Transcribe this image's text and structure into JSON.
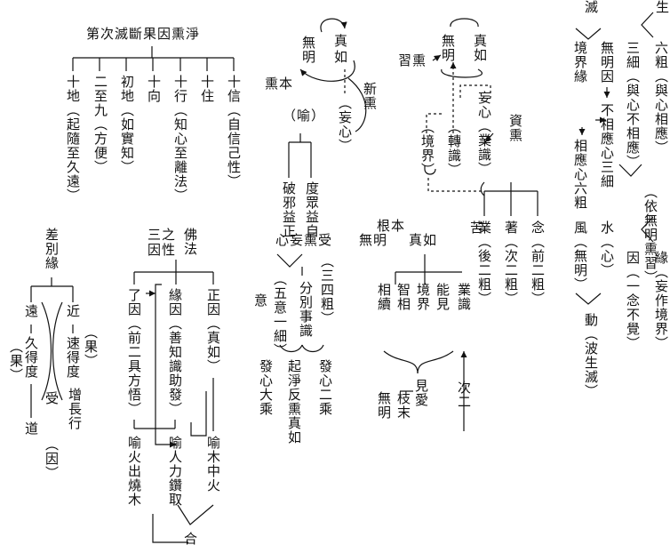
{
  "labels": {
    "s1_title": "第次滅斷果因熏淨",
    "s1_shixin": "十信（自信己性）",
    "s1_shizhu": "十住",
    "s1_shixing": "十行（知心至離法）",
    "s1_shixiang": "十向",
    "s1_chudi": "初地（如實知）",
    "s1_erzhijiu": "二至九（方便）",
    "s1_shidi": "十地（起隨至久遠）",
    "s2_zhen": "真",
    "s2_ru": "如",
    "s2_wu": "無",
    "s2_ming": "明",
    "s2_xunben": "熏本",
    "s2_xinxun": "新熏",
    "s2_wangxin": "（妄心）",
    "s2_yu": "（喻）",
    "s2_duzhongyizi": "度眾益自",
    "s2_poxieyizheng": "破邪益正",
    "s3_zhen": "真",
    "s3_ru": "如",
    "s3_wu": "無",
    "s3_ming": "明",
    "s3_xixun": "習熏",
    "s3_wangxin": "妄心（業識）",
    "s3_zixun": "資熏",
    "s3_zhuanshi": "（轉識）",
    "s3_jingjie": "（境界）",
    "s3_nian": "念（前二粗）",
    "s3_zhe": "著（次二粗）",
    "s3_ye": "業（後二粗）",
    "s3_ku": "苦",
    "s4_sheng": "生",
    "s4_mie": "滅",
    "s4_liucu": "六粗（與心相應）",
    "s4_yiwuming": "（依無明熏習）",
    "s4_yuan": "緣（妄作境界）",
    "s4_yin": "因（一念不覺）",
    "s4_sanxi": "三細（與心不相應）",
    "s4_wumingyin": "無明因",
    "s4_jingjieyuan": "境界緣",
    "s4_buxiangying": "不相應心三細",
    "s4_xiangying": "相應心六粗",
    "s4_shui": "水（心）",
    "s4_feng": "風（無明）",
    "s4_dong": "動（波生滅）",
    "s5_title": "差別緣",
    "s5_yuan": "遠",
    "s5_jiudedu": "久得度",
    "s5_guo1": "（果）",
    "s5_jin": "近",
    "s5_sudedu": "速得度",
    "s5_guo2": "（果）",
    "s5_zengzhangxing": "增長行",
    "s5_shou": "受",
    "s5_dao": "道",
    "s5_yin": "（因）",
    "s6_title1": "佛法",
    "s6_title2": "三之",
    "s6_title3": "因性",
    "s6_zhengyin": "正因（真如）",
    "s6_yuanyin": "緣因（善知識助發）",
    "s6_liaoyin": "了因（前二具方悟）",
    "s6_yumu": "喻木中火",
    "s6_yuren": "喻人力鑽取",
    "s6_yuhuo": "喻火出燒木",
    "s6_he": "合",
    "s7_title": "心妄熏受",
    "s7_sansi": "（三四粗）",
    "s7_fenbie": "分別事識",
    "s7_wuyi": "（五意一細）",
    "s7_yi": "意",
    "s7_faxinersheng": "發心二乘",
    "s7_qijing": "起淨反熏真如",
    "s7_faxindasheng": "發心大乘",
    "s8_wuming": "無明",
    "s8_genben": "根本",
    "s8_zhenru": "真如",
    "s8_yeshi": "業識",
    "s8_nengjian": "能見",
    "s8_jingjie": "境界",
    "s8_zhixiang": "智相",
    "s8_xiangxu": "相續",
    "s8_jianai": "見愛",
    "s8_zhimo": "枝末",
    "s8_wuming2": "無明",
    "s8_cier": "次二"
  }
}
